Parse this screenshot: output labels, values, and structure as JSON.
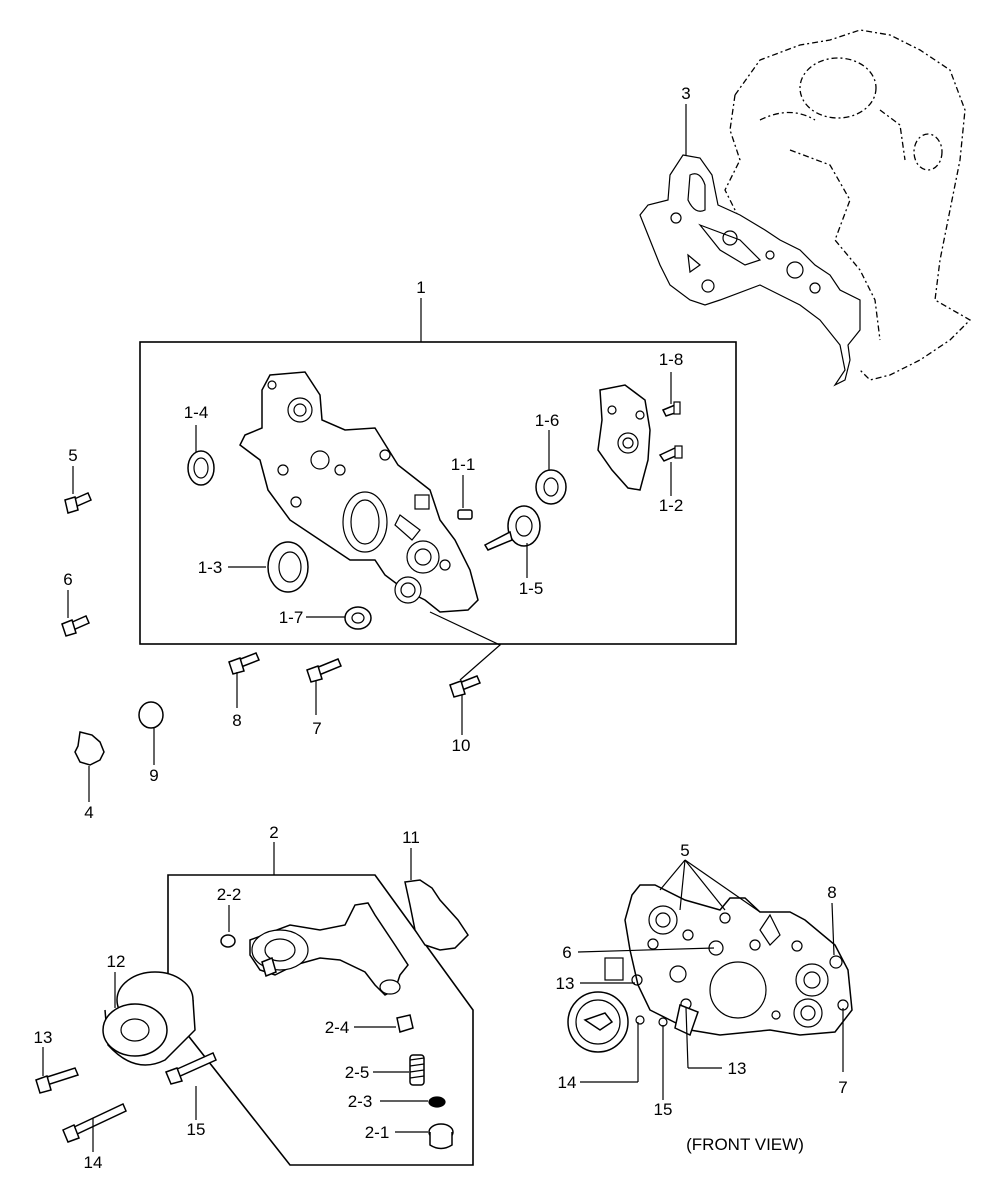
{
  "diagram": {
    "caption": "(FRONT VIEW)",
    "labels": {
      "p1": "1",
      "p1_1": "1-1",
      "p1_2": "1-2",
      "p1_3": "1-3",
      "p1_4": "1-4",
      "p1_5": "1-5",
      "p1_6": "1-6",
      "p1_7": "1-7",
      "p1_8": "1-8",
      "p2": "2",
      "p2_1": "2-1",
      "p2_2": "2-2",
      "p2_3": "2-3",
      "p2_4": "2-4",
      "p2_5": "2-5",
      "p3": "3",
      "p4": "4",
      "p5": "5",
      "p6": "6",
      "p7": "7",
      "p8": "8",
      "p9": "9",
      "p10": "10",
      "p11": "11",
      "p12": "12",
      "p13": "13",
      "p14": "14",
      "p15": "15",
      "fv5": "5",
      "fv6": "6",
      "fv7": "7",
      "fv8": "8",
      "fv13a": "13",
      "fv13b": "13",
      "fv14": "14",
      "fv15": "15"
    }
  }
}
